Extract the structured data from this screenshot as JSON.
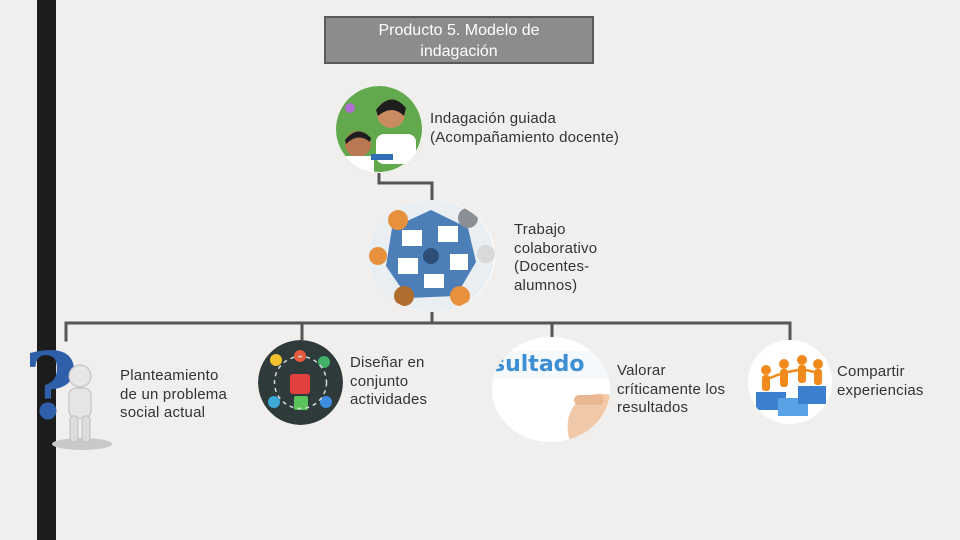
{
  "title": {
    "line1": "Producto 5. Modelo de",
    "line2": "indagación"
  },
  "level1": {
    "line1": "Indagación guiada",
    "line2": "(Acompañamiento docente)"
  },
  "level2": {
    "line1": "Trabajo",
    "line2": "colaborativo",
    "line3": "(Docentes-",
    "line4": "alumnos)"
  },
  "children": [
    {
      "line1": "Planteamiento",
      "line2": "de un problema",
      "line3": "social actual"
    },
    {
      "line1": "Diseñar en",
      "line2": "conjunto",
      "line3": "actividades"
    },
    {
      "line1": "Valorar",
      "line2": "críticamente los",
      "line3": "resultados"
    },
    {
      "line1": "Compartir",
      "line2": "experiencias"
    }
  ],
  "image_text": {
    "resultados_fragment": "sultado"
  },
  "colors": {
    "sidebar": "#1c1c1c",
    "title_bg": "#8c8c8c",
    "connector": "#555555",
    "background": "#f0efed"
  }
}
